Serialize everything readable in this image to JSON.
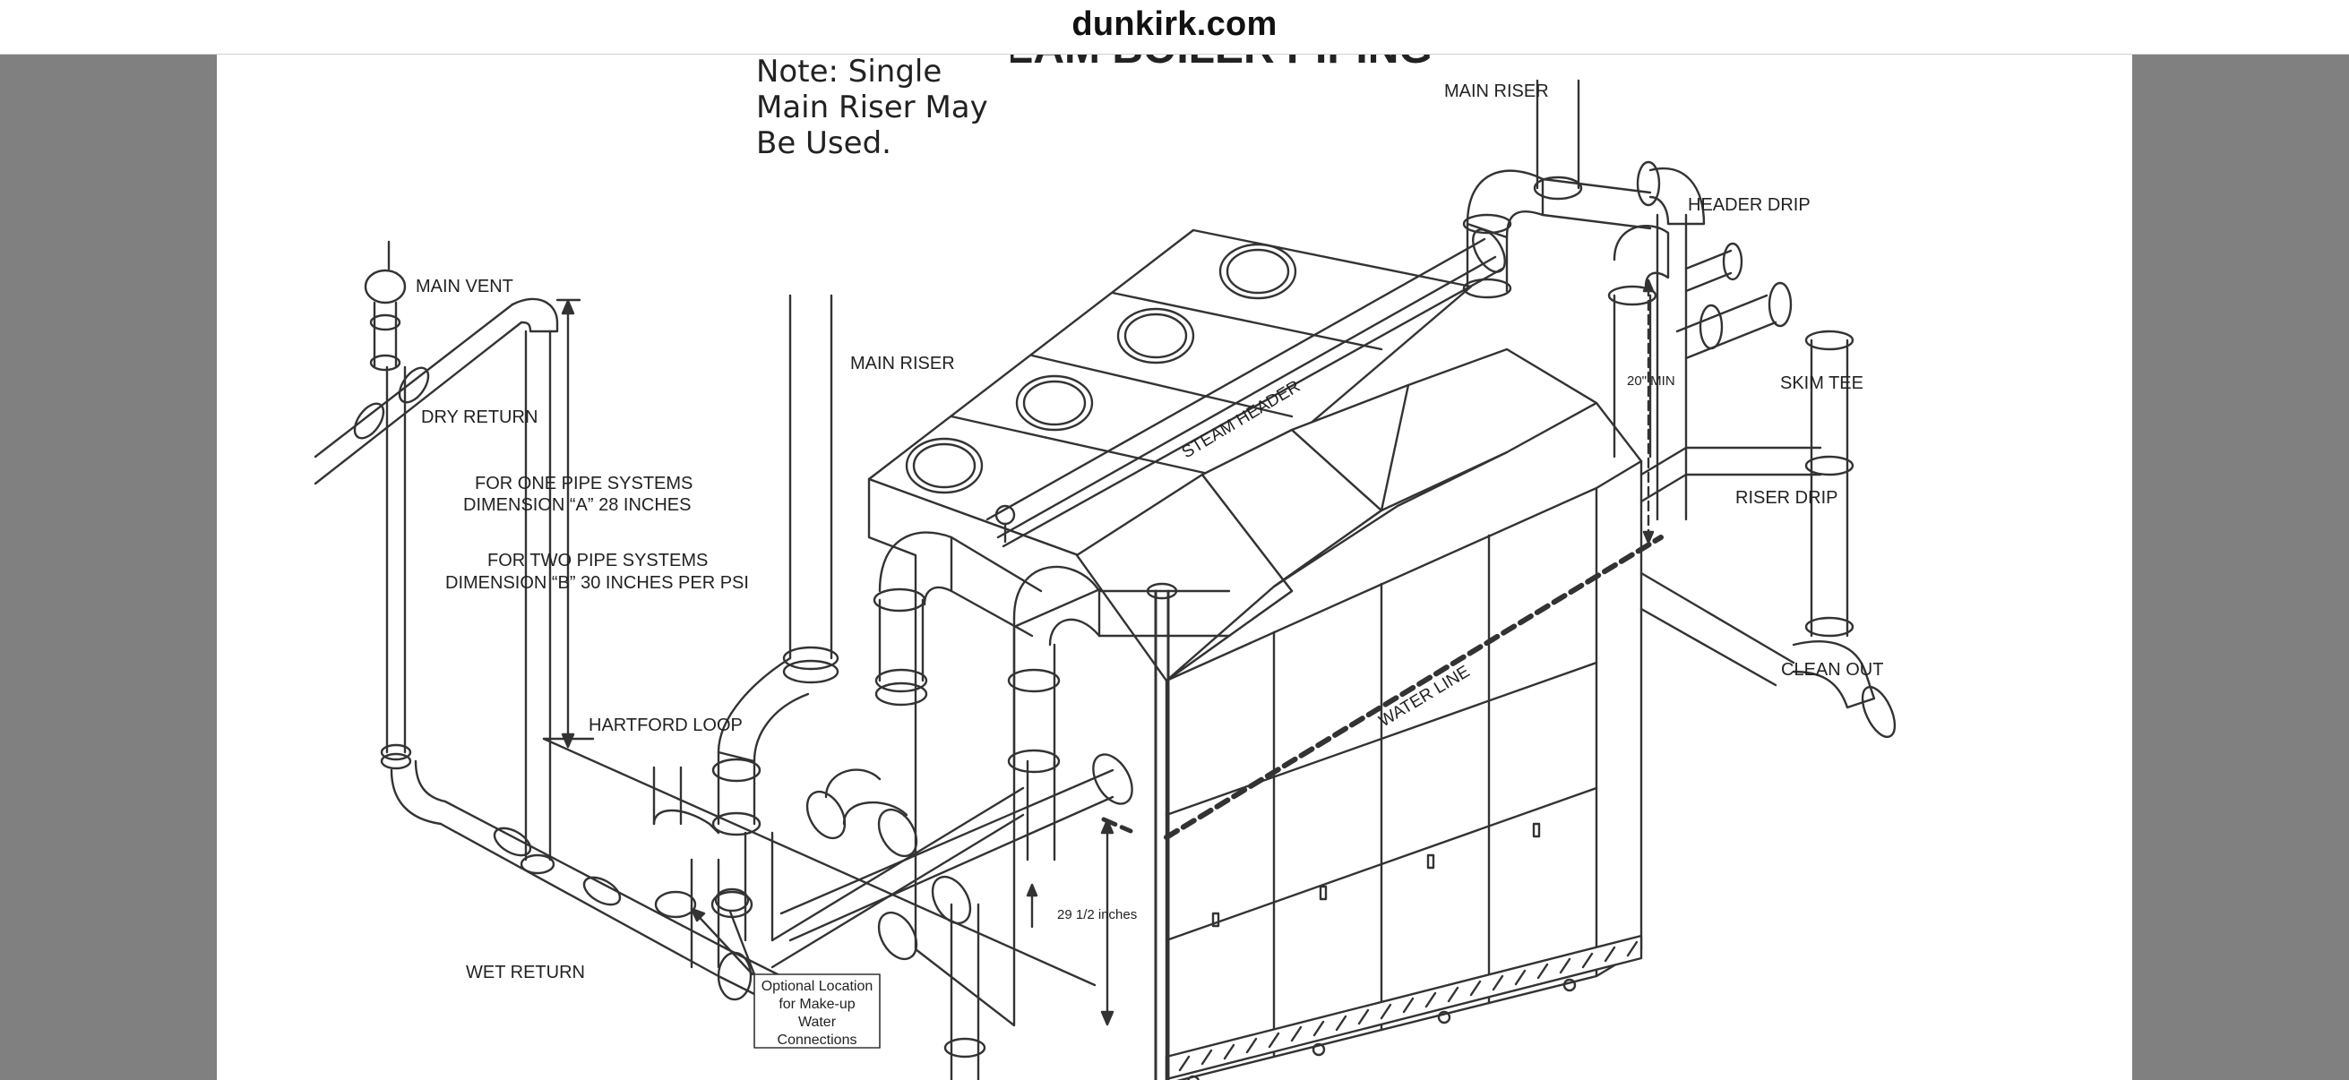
{
  "site": {
    "title": "dunkirk.com"
  },
  "document": {
    "heading_partial": "STEAM BOILER PIPING",
    "note": "Note: Single Main Riser May Be Used."
  },
  "labels": {
    "main_riser_top": "MAIN RISER",
    "main_riser_left": "MAIN  RISER",
    "main_vent": "MAIN VENT",
    "dry_return": "DRY RETURN",
    "one_pipe_line1": "FOR ONE PIPE SYSTEMS",
    "one_pipe_line2": "DIMENSION “A” 28 INCHES",
    "two_pipe_line1": "FOR TWO PIPE SYSTEMS",
    "two_pipe_line2": "DIMENSION “B” 30 INCHES PER PSI",
    "hartford_loop": "HARTFORD LOOP",
    "wet_return": "WET RETURN",
    "optional_line1": "Optional Location",
    "optional_line2": "for Make-up",
    "optional_line3": "Water",
    "optional_line4": "Connections",
    "steam_header": "STEAM HEADER",
    "header_drip": "HEADER DRIP",
    "skim_tee": "SKIM TEE",
    "riser_drip": "RISER DRIP",
    "clean_out": "CLEAN OUT",
    "twenty_min": "20\" MIN",
    "water_line": "WATER LINE",
    "twenty_nine": "29 1/2 inches"
  }
}
